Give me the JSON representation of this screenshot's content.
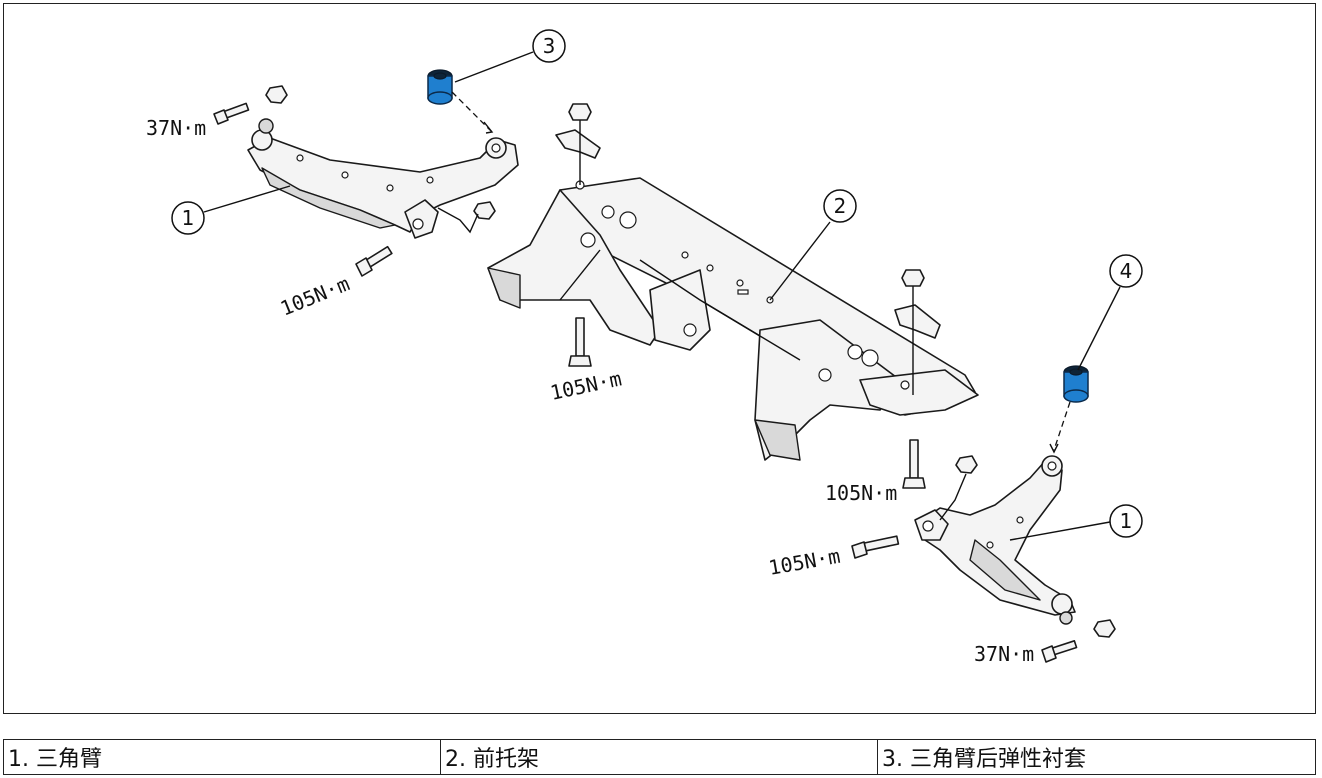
{
  "diagram": {
    "callouts": [
      "1",
      "2",
      "3",
      "1",
      "4"
    ],
    "torques": [
      "37N·m",
      "105N·m",
      "105N·m",
      "105N·m",
      "105N·m",
      "37N·m"
    ],
    "colors": {
      "bushing": "#1f7fcf",
      "line": "#1a1a1a"
    }
  },
  "legend": {
    "cells": [
      "1. 三角臂",
      "2. 前托架",
      "3. 三角臂后弹性衬套"
    ]
  }
}
